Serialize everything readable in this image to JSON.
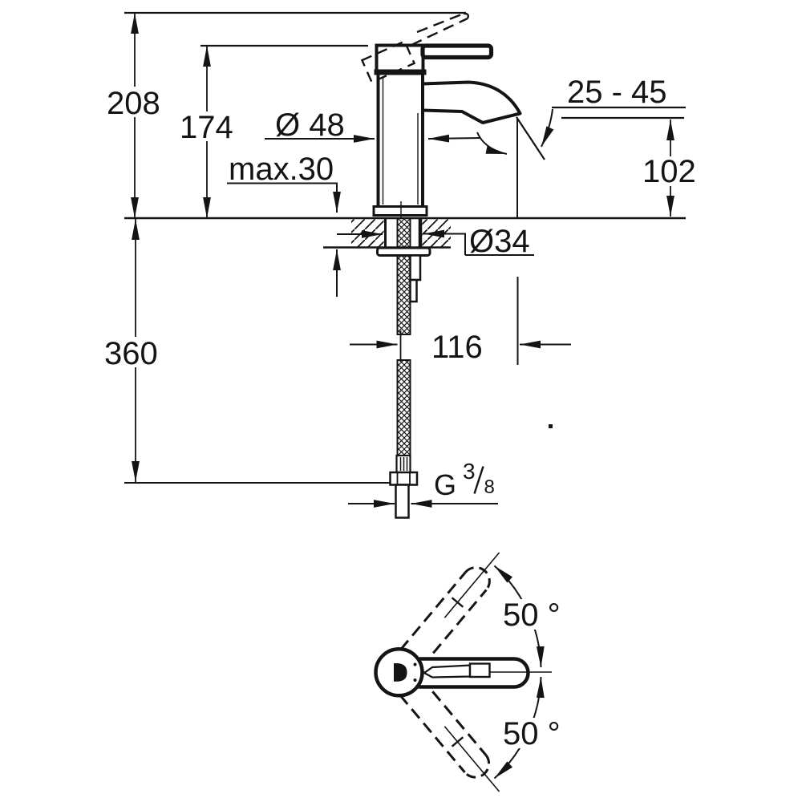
{
  "drawing": {
    "background_color": "#ffffff",
    "line_color": "#141414",
    "side_view": {
      "overall_height": "208",
      "body_height": "174",
      "body_diameter": "Ø 48",
      "max_mounting_thickness": "max.30",
      "spout_outlet_angle_range": "25 - 45",
      "spout_outlet_height": "102",
      "mounting_hole_diameter": "Ø34",
      "hose_length": "360",
      "spout_reach": "116",
      "thread_letter": "G",
      "thread_fraction_numerator": "3",
      "thread_fraction_denominator": "8"
    },
    "top_view": {
      "handle_swing_upper": "50 °",
      "handle_swing_lower": "50 °"
    }
  }
}
